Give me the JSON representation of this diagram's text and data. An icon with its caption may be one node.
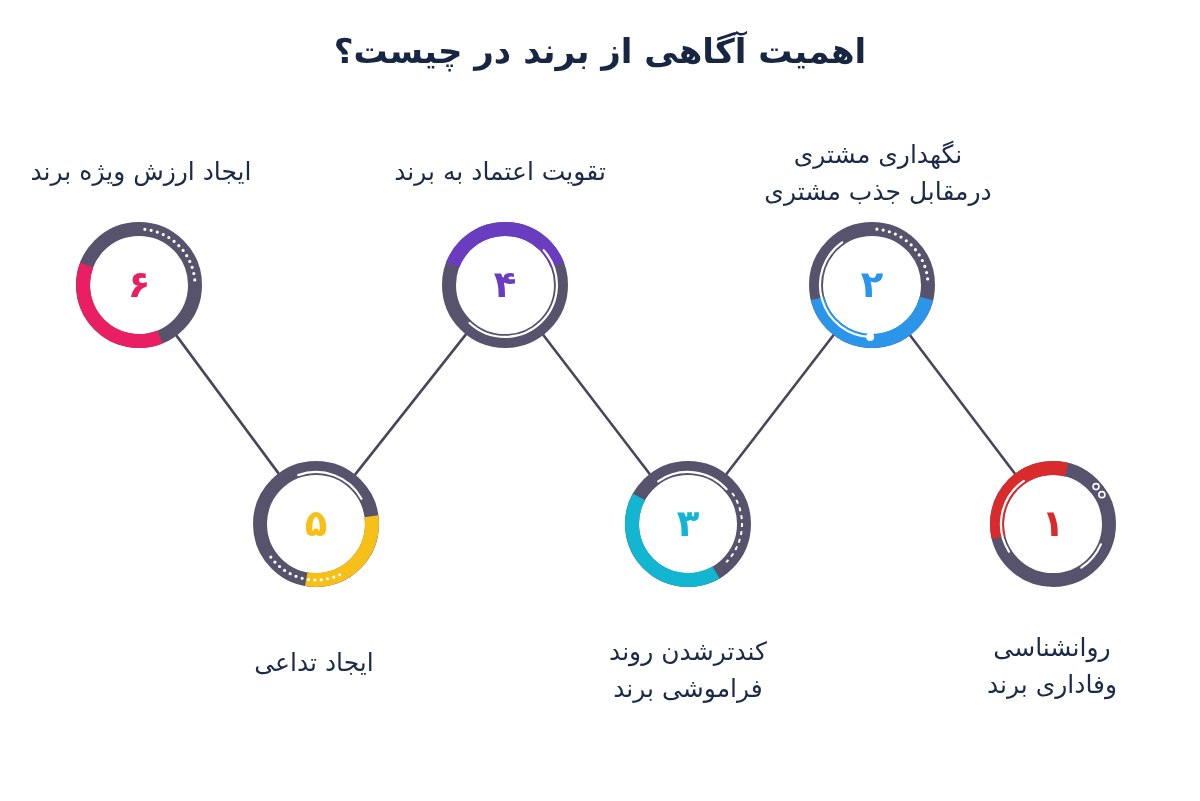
{
  "diagram": {
    "title": "اهمیت آگاهی از برند در چیست؟",
    "nodes": [
      {
        "text": [
          "۱"
        ],
        "beside": [
          "روانشناسی وفاداری برند"
        ]
      },
      {
        "text": [
          "۲"
        ],
        "beside": [
          "نگهداری مشتری درمقابل جذب مشتری"
        ]
      },
      {
        "text": [
          "۳"
        ],
        "beside": [
          "کندترشدن روند فراموشی برند"
        ]
      },
      {
        "text": [
          "۴"
        ],
        "beside": [
          "تقویت اعتماد به برند"
        ]
      },
      {
        "text": [
          "۵"
        ],
        "beside": [
          "ایجاد تداعی"
        ]
      },
      {
        "text": [
          "۶"
        ],
        "beside": [
          "ایجاد ارزش ویژه برند"
        ]
      }
    ],
    "edges": [
      {
        "from": 0,
        "to": 1,
        "arrow": "none"
      },
      {
        "from": 1,
        "to": 2,
        "arrow": "none"
      },
      {
        "from": 2,
        "to": 3,
        "arrow": "none"
      },
      {
        "from": 3,
        "to": 4,
        "arrow": "none"
      },
      {
        "from": 4,
        "to": 5,
        "arrow": "none"
      }
    ]
  }
}
